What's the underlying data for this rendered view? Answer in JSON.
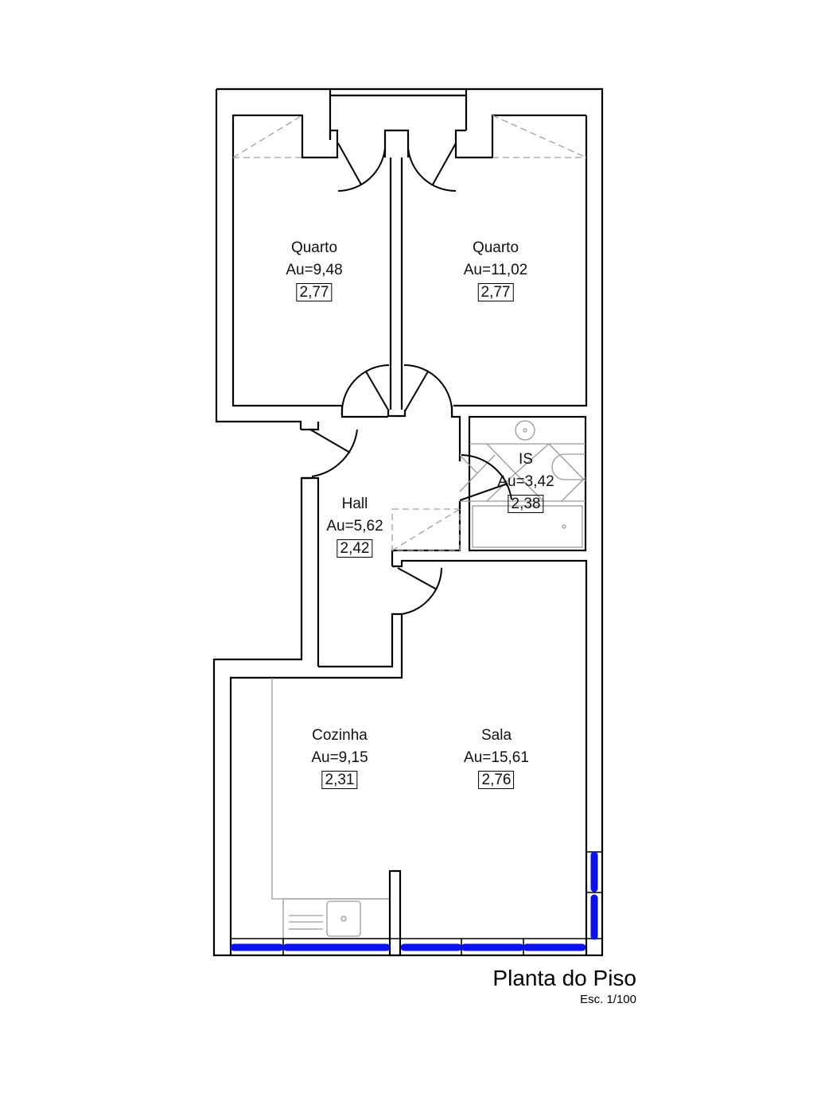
{
  "drawing": {
    "title": "Planta do Piso",
    "scale": "Esc. 1/100",
    "colors": {
      "walls": "#000000",
      "fixtures": "#9a9a9a",
      "windows": "#0a12ee",
      "background": "#ffffff"
    }
  },
  "rooms": [
    {
      "id": "quarto-1",
      "name": "Quarto",
      "area": "Au=9,48",
      "height": "2,77"
    },
    {
      "id": "quarto-2",
      "name": "Quarto",
      "area": "Au=11,02",
      "height": "2,77"
    },
    {
      "id": "is",
      "name": "IS",
      "area": "Au=3,42",
      "height": "2,38"
    },
    {
      "id": "hall",
      "name": "Hall",
      "area": "Au=5,62",
      "height": "2,42"
    },
    {
      "id": "cozinha",
      "name": "Cozinha",
      "area": "Au=9,15",
      "height": "2,31"
    },
    {
      "id": "sala",
      "name": "Sala",
      "area": "Au=15,61",
      "height": "2,76"
    }
  ],
  "icons": [
    "door-swing-icon",
    "window-icon",
    "sink-icon",
    "bathtub-icon",
    "washbasin-icon",
    "toilet-icon",
    "wardrobe-icon"
  ]
}
